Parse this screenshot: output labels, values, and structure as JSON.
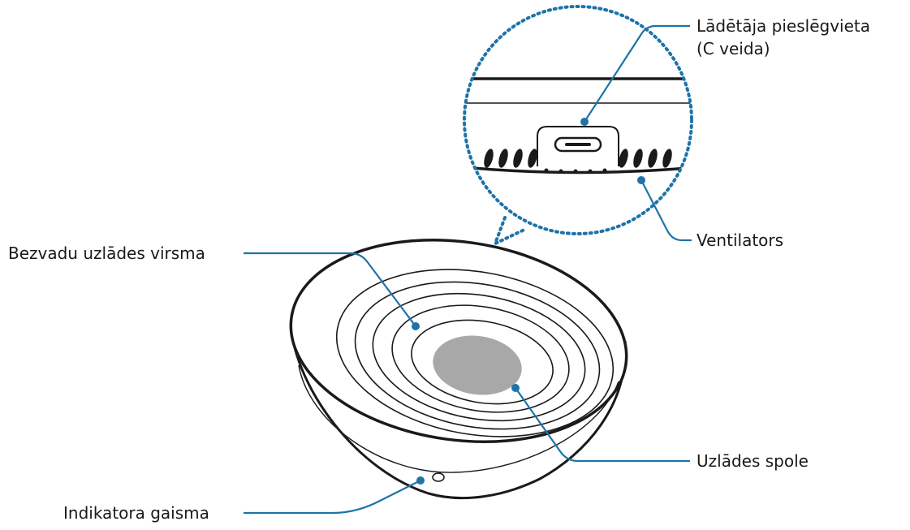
{
  "labels": {
    "charger_port_line1": "Lādētāja pieslēgvieta",
    "charger_port_line2": "(C veida)",
    "fan": "Ventilators",
    "wireless_surface": "Bezvadu uzlādes virsma",
    "charging_coil": "Uzlādes spole",
    "indicator_light": "Indikatora gaisma"
  },
  "colors": {
    "callout_line": "#1e73a8",
    "zoom_border": "#1e73a8",
    "outline": "#1a1a1a",
    "coil": "#a8a8a8",
    "text": "#1a1a1a"
  }
}
